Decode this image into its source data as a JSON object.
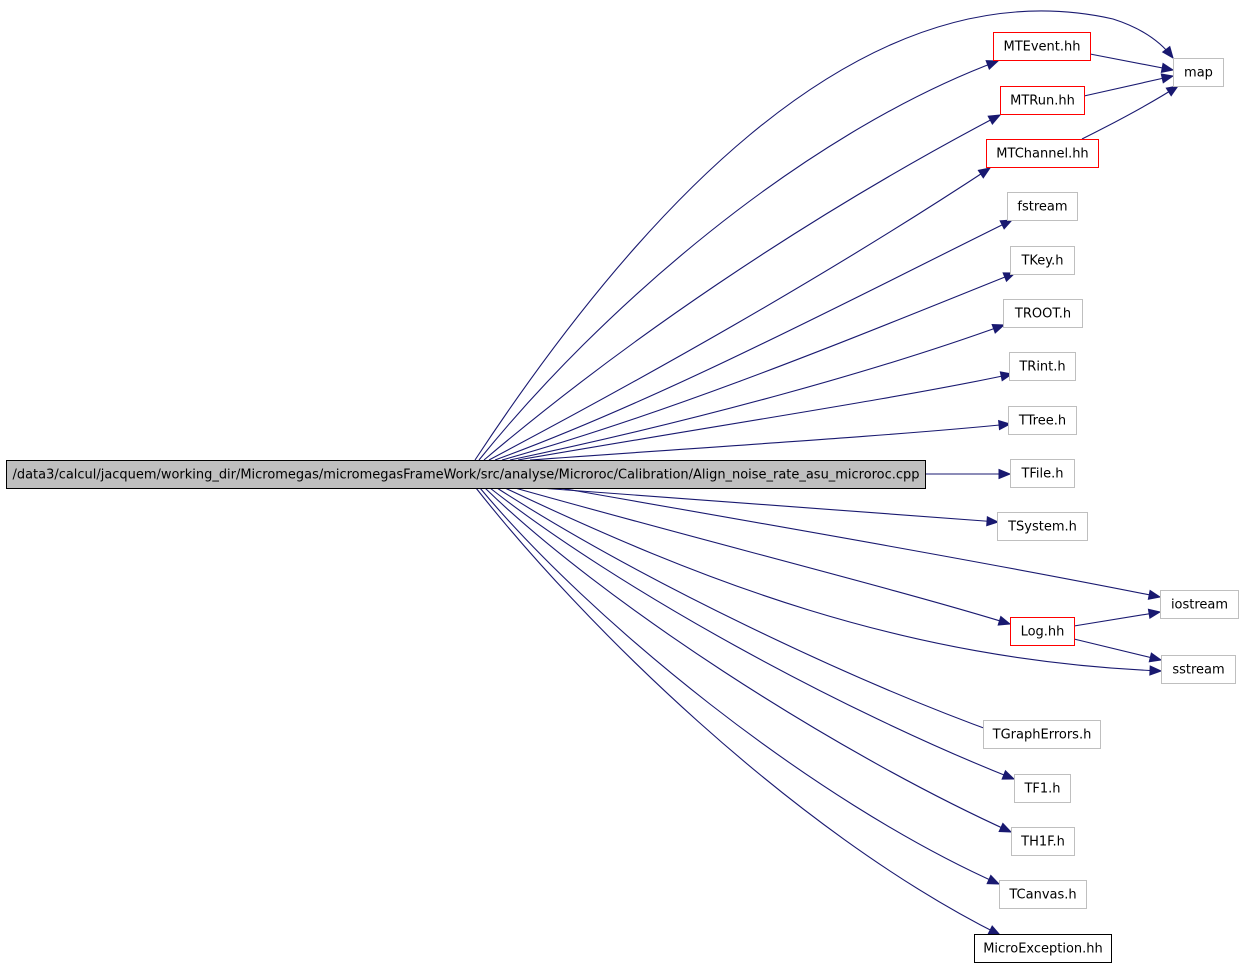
{
  "main_file": "/data3/calcul/jacquem/working_dir/Micromegas/micromegasFrameWork/src/analyse/Microroc/Calibration/Align_noise_rate_asu_microroc.cpp",
  "nodes": [
    {
      "id": "map",
      "label": "map",
      "style": "gray"
    },
    {
      "id": "mtevent",
      "label": "MTEvent.hh",
      "style": "red"
    },
    {
      "id": "mtrun",
      "label": "MTRun.hh",
      "style": "red"
    },
    {
      "id": "mtchannel",
      "label": "MTChannel.hh",
      "style": "red"
    },
    {
      "id": "fstream",
      "label": "fstream",
      "style": "gray"
    },
    {
      "id": "tkey",
      "label": "TKey.h",
      "style": "gray"
    },
    {
      "id": "troot",
      "label": "TROOT.h",
      "style": "gray"
    },
    {
      "id": "trint",
      "label": "TRint.h",
      "style": "gray"
    },
    {
      "id": "ttree",
      "label": "TTree.h",
      "style": "gray"
    },
    {
      "id": "tfile",
      "label": "TFile.h",
      "style": "gray"
    },
    {
      "id": "tsystem",
      "label": "TSystem.h",
      "style": "gray"
    },
    {
      "id": "iostream",
      "label": "iostream",
      "style": "gray"
    },
    {
      "id": "log",
      "label": "Log.hh",
      "style": "red"
    },
    {
      "id": "sstream",
      "label": "sstream",
      "style": "gray"
    },
    {
      "id": "tgrapherrors",
      "label": "TGraphErrors.h",
      "style": "gray"
    },
    {
      "id": "tf1",
      "label": "TF1.h",
      "style": "gray"
    },
    {
      "id": "th1f",
      "label": "TH1F.h",
      "style": "gray"
    },
    {
      "id": "tcanvas",
      "label": "TCanvas.h",
      "style": "gray"
    },
    {
      "id": "microexception",
      "label": "MicroException.hh",
      "style": "black"
    }
  ],
  "edges": [
    {
      "from": "main",
      "to": "map"
    },
    {
      "from": "main",
      "to": "mtevent"
    },
    {
      "from": "main",
      "to": "mtrun"
    },
    {
      "from": "main",
      "to": "mtchannel"
    },
    {
      "from": "main",
      "to": "fstream"
    },
    {
      "from": "main",
      "to": "tkey"
    },
    {
      "from": "main",
      "to": "troot"
    },
    {
      "from": "main",
      "to": "trint"
    },
    {
      "from": "main",
      "to": "ttree"
    },
    {
      "from": "main",
      "to": "tfile"
    },
    {
      "from": "main",
      "to": "tsystem"
    },
    {
      "from": "main",
      "to": "iostream"
    },
    {
      "from": "main",
      "to": "log"
    },
    {
      "from": "main",
      "to": "sstream"
    },
    {
      "from": "main",
      "to": "tgrapherrors"
    },
    {
      "from": "main",
      "to": "tf1"
    },
    {
      "from": "main",
      "to": "th1f"
    },
    {
      "from": "main",
      "to": "tcanvas"
    },
    {
      "from": "main",
      "to": "microexception"
    },
    {
      "from": "mtevent",
      "to": "map"
    },
    {
      "from": "mtrun",
      "to": "map"
    },
    {
      "from": "mtchannel",
      "to": "map"
    },
    {
      "from": "log",
      "to": "iostream"
    },
    {
      "from": "log",
      "to": "sstream"
    }
  ],
  "colors": {
    "edge": "#191970",
    "main_fill": "#bfbfbf",
    "gray_border": "#bfbfbf",
    "red_border": "#ff0000",
    "black_border": "#000000"
  }
}
